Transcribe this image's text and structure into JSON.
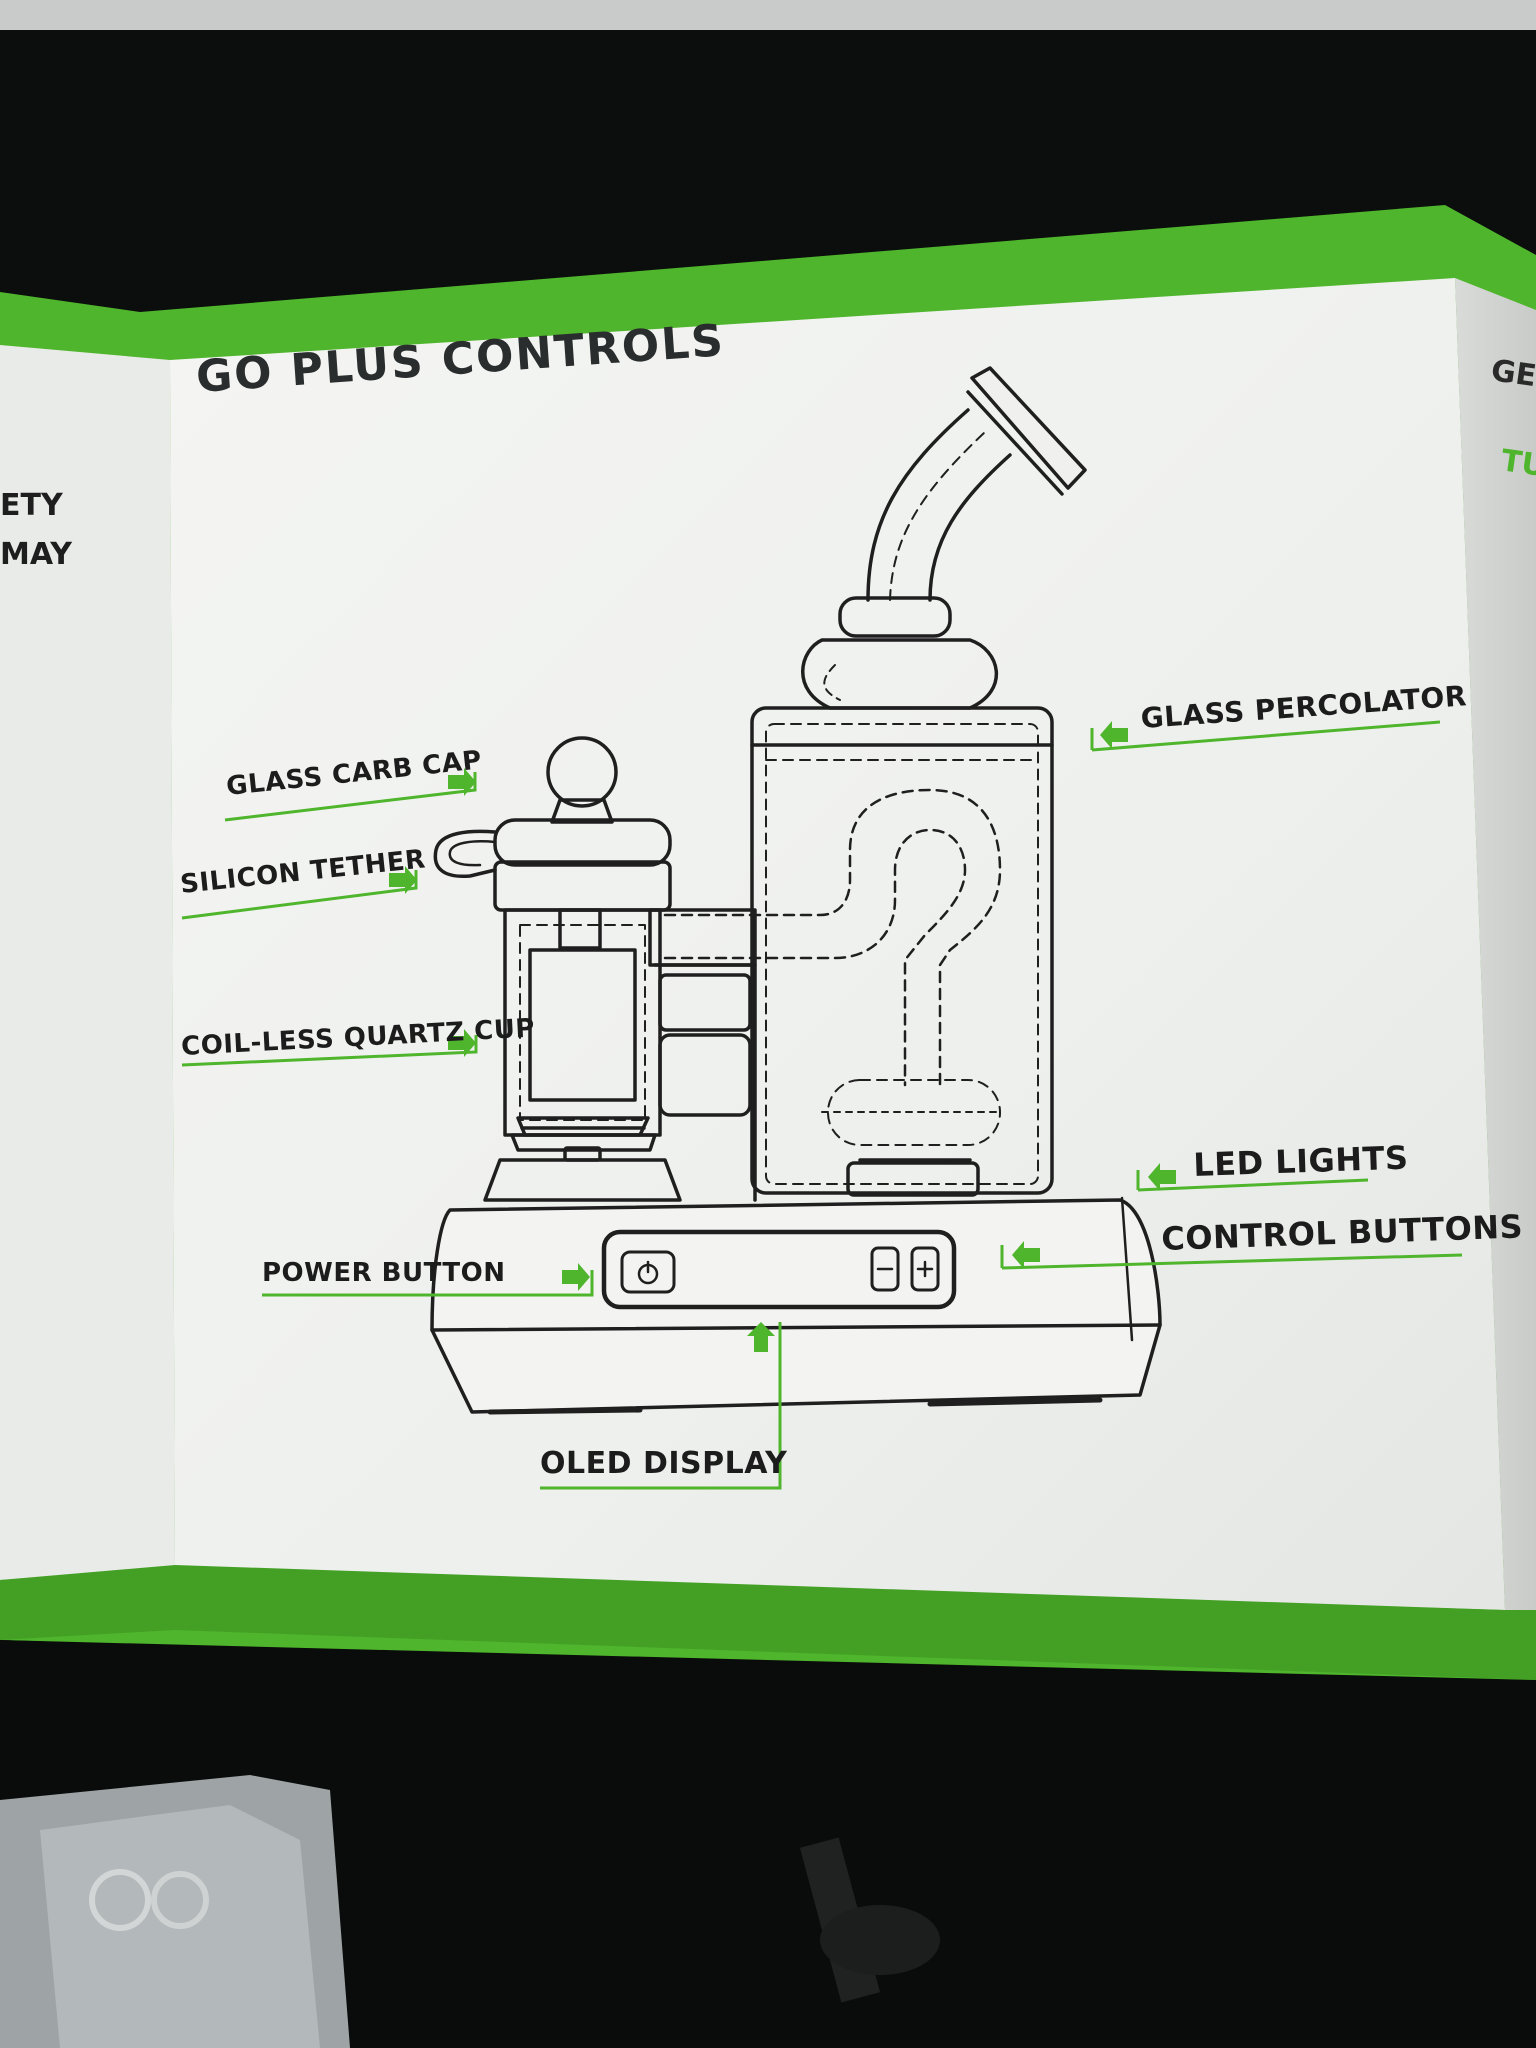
{
  "title": "GO PLUS CONTROLS",
  "labels": {
    "glass_carb_cap": "GLASS CARB CAP",
    "silicon_tether": "SILICON TETHER",
    "coil_less_quartz_cup": "COIL-LESS QUARTZ CUP",
    "power_button": "POWER BUTTON",
    "oled_display": "OLED DISPLAY",
    "glass_percolator": "GLASS PERCOLATOR",
    "led_lights": "LED LIGHTS",
    "control_buttons": "CONTROL BUTTONS"
  },
  "left_page_fragments": [
    "ETY",
    "MAY"
  ],
  "colors": {
    "accent_green": "#4fb52c",
    "paper": "#f2f3f1",
    "ink": "#1c1c1c",
    "background": "#0b0d0c"
  }
}
